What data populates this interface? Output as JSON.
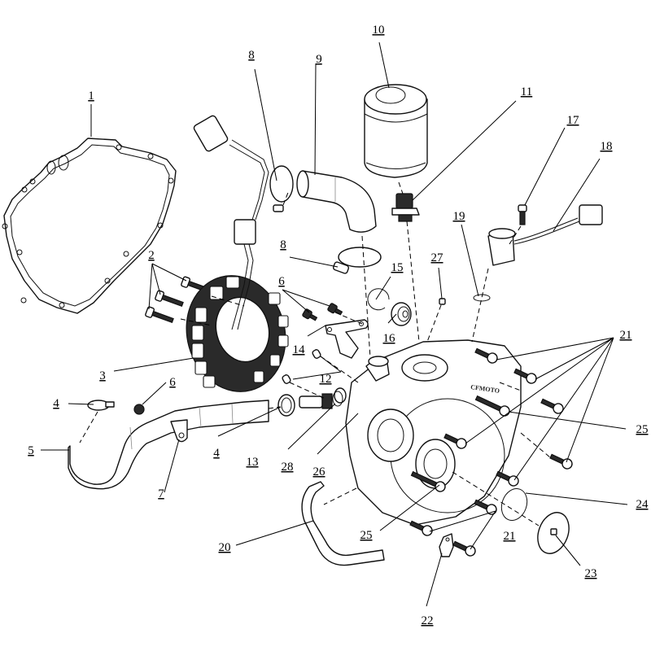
{
  "diagram": {
    "title": "Stator cover exploded view",
    "callouts": [
      {
        "id": "c1",
        "label": "1",
        "part": "gasket"
      },
      {
        "id": "c2",
        "label": "2",
        "part": "stator-bolts"
      },
      {
        "id": "c3",
        "label": "3",
        "part": "stator"
      },
      {
        "id": "c4a",
        "label": "4",
        "part": "hose-clamp-left"
      },
      {
        "id": "c4b",
        "label": "4",
        "part": "hose-clamp-right"
      },
      {
        "id": "c5",
        "label": "5",
        "part": "coolant-hose"
      },
      {
        "id": "c6a",
        "label": "6",
        "part": "bolt-hose"
      },
      {
        "id": "c6b",
        "label": "6",
        "part": "bracket-bolts"
      },
      {
        "id": "c7",
        "label": "7",
        "part": "hose-bracket"
      },
      {
        "id": "c8a",
        "label": "8",
        "part": "hose-clamp-upper"
      },
      {
        "id": "c8b",
        "label": "8",
        "part": "hose-clamp-lower"
      },
      {
        "id": "c9",
        "label": "9",
        "part": "elbow-hose"
      },
      {
        "id": "c10",
        "label": "10",
        "part": "oil-filter"
      },
      {
        "id": "c11",
        "label": "11",
        "part": "filter-nipple"
      },
      {
        "id": "c12",
        "label": "12",
        "part": "dowel-pins"
      },
      {
        "id": "c13",
        "label": "13",
        "part": "hose-fitting"
      },
      {
        "id": "c14",
        "label": "14",
        "part": "bracket"
      },
      {
        "id": "c15",
        "label": "15",
        "part": "circlip"
      },
      {
        "id": "c16",
        "label": "16",
        "part": "bearing"
      },
      {
        "id": "c17",
        "label": "17",
        "part": "sensor-bolt"
      },
      {
        "id": "c18",
        "label": "18",
        "part": "speed-sensor"
      },
      {
        "id": "c19",
        "label": "19",
        "part": "o-ring-sensor"
      },
      {
        "id": "c20",
        "label": "20",
        "part": "breather-tube"
      },
      {
        "id": "c21a",
        "label": "21",
        "part": "cover-bolts-upper"
      },
      {
        "id": "c21b",
        "label": "21",
        "part": "cover-bolts-lower"
      },
      {
        "id": "c22",
        "label": "22",
        "part": "clip-bracket"
      },
      {
        "id": "c23",
        "label": "23",
        "part": "inspection-cap"
      },
      {
        "id": "c24",
        "label": "24",
        "part": "o-ring-cap"
      },
      {
        "id": "c25a",
        "label": "25",
        "part": "long-bolt-upper"
      },
      {
        "id": "c25b",
        "label": "25",
        "part": "long-bolt-lower"
      },
      {
        "id": "c26",
        "label": "26",
        "part": "stator-cover"
      },
      {
        "id": "c27",
        "label": "27",
        "part": "plug"
      },
      {
        "id": "c28",
        "label": "28",
        "part": "sealing-washer"
      }
    ],
    "cover_brand_text": "CFMOTO"
  }
}
